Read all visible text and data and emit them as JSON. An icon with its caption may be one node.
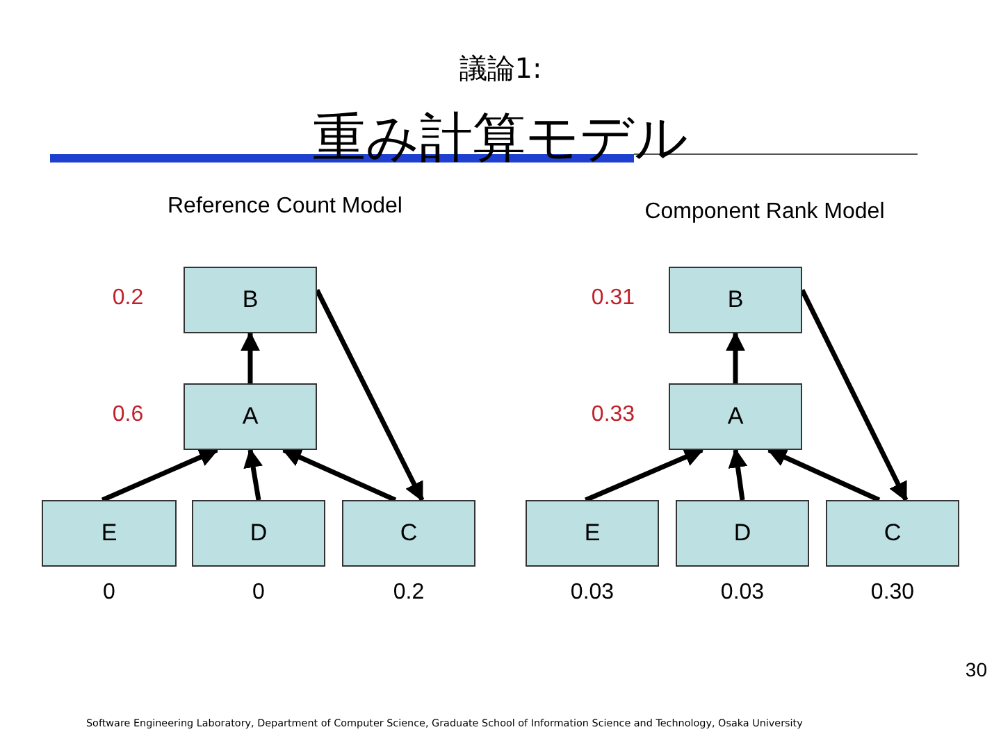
{
  "diagram": {
    "title": "重み計算モデル",
    "nodes": [
      {
        "text": [
          "B"
        ],
        "beside": [
          "0.2"
        ]
      },
      {
        "text": [
          "A"
        ],
        "beside": [
          "0.6"
        ]
      },
      {
        "text": [
          "E"
        ],
        "beside": [
          "0"
        ]
      },
      {
        "text": [
          "D"
        ],
        "beside": [
          "0"
        ]
      },
      {
        "text": [
          "C"
        ],
        "beside": [
          "0.2"
        ]
      },
      {
        "text": [
          "B"
        ],
        "beside": [
          "0.31"
        ]
      },
      {
        "text": [
          "A"
        ],
        "beside": [
          "0.33"
        ]
      },
      {
        "text": [
          "E"
        ],
        "beside": [
          "0.03"
        ]
      },
      {
        "text": [
          "D"
        ],
        "beside": [
          "0.03"
        ]
      },
      {
        "text": [
          "C"
        ],
        "beside": [
          "0.30"
        ]
      }
    ],
    "edges": [
      {
        "from": 1,
        "to": 0,
        "arrow": "to"
      },
      {
        "from": 2,
        "to": 1,
        "arrow": "to"
      },
      {
        "from": 3,
        "to": 1,
        "arrow": "to"
      },
      {
        "from": 4,
        "to": 1,
        "arrow": "to"
      },
      {
        "from": 0,
        "to": 4,
        "arrow": "to"
      },
      {
        "from": 6,
        "to": 5,
        "arrow": "to"
      },
      {
        "from": 7,
        "to": 6,
        "arrow": "to"
      },
      {
        "from": 8,
        "to": 6,
        "arrow": "to"
      },
      {
        "from": 9,
        "to": 6,
        "arrow": "to"
      },
      {
        "from": 5,
        "to": 9,
        "arrow": "to"
      }
    ],
    "labels": [
      "議論1:",
      "Reference Count Model",
      "Component Rank Model",
      "30",
      "Software Engineering Laboratory, Department of Computer Science, Graduate School of Information Science and Technology, Osaka University"
    ]
  }
}
